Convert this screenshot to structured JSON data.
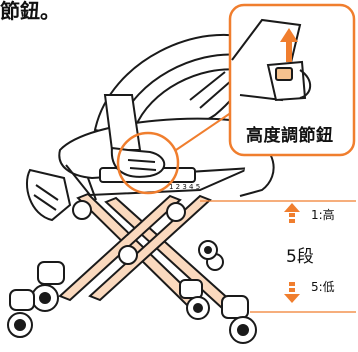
{
  "text": {
    "top_fragment": "節鈕。",
    "callout_label": "高度調節鈕",
    "scale_numbers": "1 2 3 4 5",
    "level_high": "1:高",
    "level_count": "5段",
    "level_low": "5:低"
  },
  "colors": {
    "accent": "#f07e2e",
    "frame": "#fad9be",
    "line": "#1a1a1a"
  },
  "icons": [
    "arrow-up-icon",
    "arrow-down-icon",
    "hand-icon",
    "chair-illustration"
  ]
}
